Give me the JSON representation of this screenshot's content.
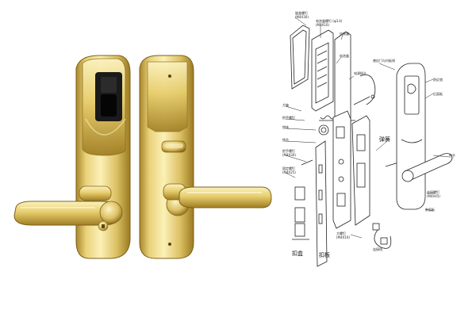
{
  "colors": {
    "gold_light": "#f3e49a",
    "gold_mid": "#d8bd57",
    "gold_dark": "#9c7b1f",
    "sensor_black": "#111111",
    "line_drawing": "#222222"
  },
  "icons": {
    "fingerprint_sensor": "fingerprint-sensor-icon",
    "key_cylinder": "keyhole-icon",
    "thumb_turn": "thumb-turn-icon"
  },
  "diagram": {
    "labels": {
      "front_cover_screw": "旋盖螺钉",
      "front_cover_screw_spec": "(M4X30)",
      "battery_box_screw": "电池盒螺钉 (φ3.4)",
      "battery_box_screw_spec": "(M3X10)",
      "inner_cover": "内装盒",
      "battery_box": "电池盒",
      "cable_plug": "电源插头",
      "reader_wire": "感应门与内板线",
      "anti_theft_knob": "防反锁",
      "rear_panel": "后面板",
      "square_shaft": "方轴",
      "knob_screw": "把手螺钉",
      "mortise_lock": "锁体",
      "cable_plug_2": "电源插头",
      "handle": "把手",
      "front_panel": "前面板",
      "spindle": "锁芯",
      "spring": "弹簧",
      "handle_screw": "把手螺钉",
      "handle_screw_spec": "(M4X30)",
      "fixing_screw": "固定螺钉",
      "fixing_screw_spec": "(M4X25)",
      "connect_screw": "连接螺钉",
      "connect_screw_spec": "(M4X45)",
      "deadbolt_plate": "锁舌",
      "latch_plate": "扣板",
      "strike_box": "扣盒",
      "wire_label": "连接线",
      "small_screw": "大螺钉",
      "small_screw_spec": "(M4X10)",
      "mortise_label_bottom": "扣板",
      "box_label_bottom": "扣盒"
    }
  }
}
